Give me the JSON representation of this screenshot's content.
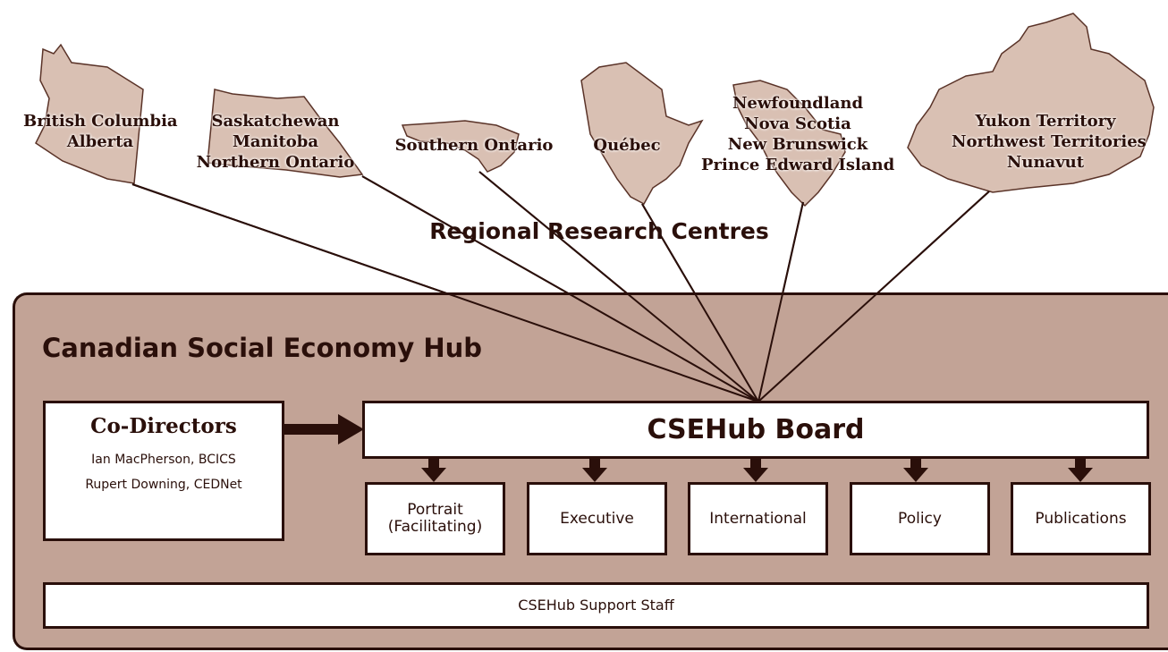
{
  "regions": [
    {
      "lines": [
        "British Columbia",
        "Alberta"
      ]
    },
    {
      "lines": [
        "Saskatchewan",
        "Manitoba",
        "Northern Ontario"
      ]
    },
    {
      "lines": [
        "Southern Ontario"
      ]
    },
    {
      "lines": [
        "Québec"
      ]
    },
    {
      "lines": [
        "Newfoundland",
        "Nova Scotia",
        "New Brunswick",
        "Prince Edward Island"
      ]
    },
    {
      "lines": [
        "Yukon Territory",
        "Northwest Territories",
        "Nunavut"
      ]
    }
  ],
  "regional_title": "Regional Research Centres",
  "hub": {
    "title": "Canadian Social Economy Hub",
    "codirectors": {
      "title": "Co-Directors",
      "people": [
        "Ian MacPherson, BCICS",
        "Rupert Downing, CEDNet"
      ]
    },
    "board": "CSEHub Board",
    "committees": [
      {
        "line1": "Portrait",
        "line2": "(Facilitating)"
      },
      {
        "line1": "Executive",
        "line2": ""
      },
      {
        "line1": "International",
        "line2": ""
      },
      {
        "line1": "Policy",
        "line2": ""
      },
      {
        "line1": "Publications",
        "line2": ""
      }
    ],
    "support_staff": "CSEHub Support Staff"
  },
  "colors": {
    "panel": "#c2a396",
    "map_fill": "#d9c0b3",
    "dark": "#2a0f0a"
  }
}
